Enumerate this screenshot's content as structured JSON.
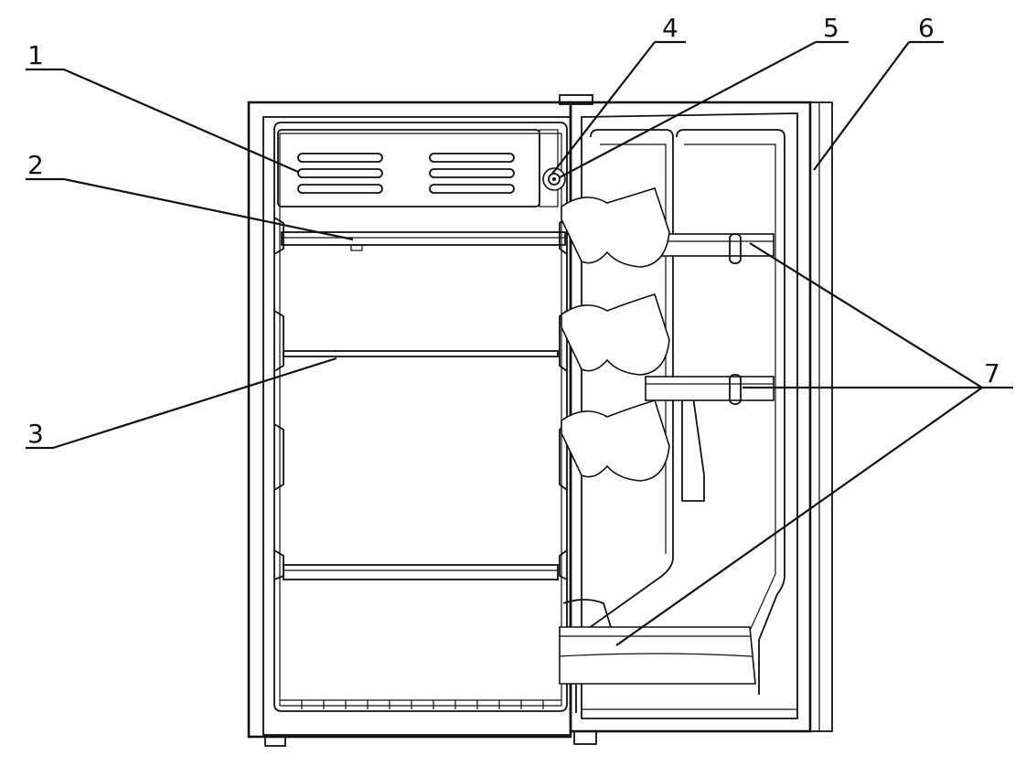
{
  "diagram": {
    "callouts": [
      {
        "id": "1",
        "label": "1"
      },
      {
        "id": "2",
        "label": "2"
      },
      {
        "id": "3",
        "label": "3"
      },
      {
        "id": "4",
        "label": "4"
      },
      {
        "id": "5",
        "label": "5"
      },
      {
        "id": "6",
        "label": "6"
      },
      {
        "id": "7",
        "label": "7"
      }
    ]
  },
  "colors": {
    "line": "#111111",
    "background": "#ffffff"
  }
}
